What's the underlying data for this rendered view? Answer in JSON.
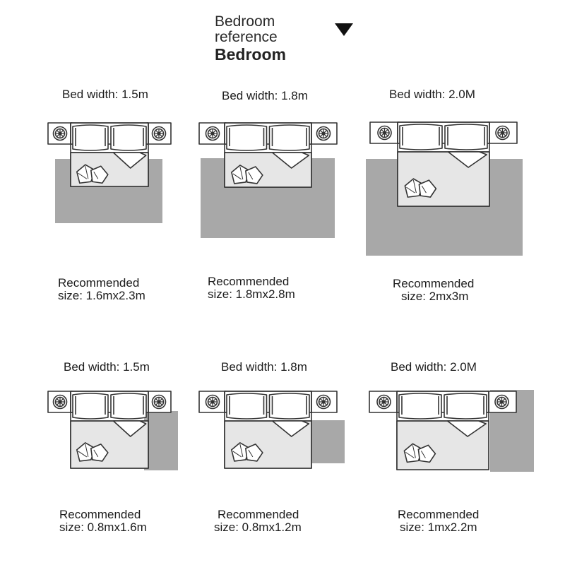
{
  "header": {
    "line1": "Bedroom",
    "line2": "reference",
    "line3": "Bedroom",
    "icon": "triangle-down-icon"
  },
  "colors": {
    "rug": "#a8a8a8",
    "mattress": "#e6e6e6",
    "stroke": "#333333",
    "background": "#ffffff"
  },
  "layouts": [
    {
      "bed_width_label": "Bed width: 1.5m",
      "rec_line1": "Recommended",
      "rec_line2": "size: 1.6mx2.3m",
      "rug_placement": "under-bed"
    },
    {
      "bed_width_label": "Bed width: 1.8m",
      "rec_line1": "Recommended",
      "rec_line2": "size: 1.8mx2.8m",
      "rug_placement": "under-bed"
    },
    {
      "bed_width_label": "Bed width: 2.0M",
      "rec_line1": "Recommended",
      "rec_line2": "size: 2mx3m",
      "rug_placement": "under-bed"
    },
    {
      "bed_width_label": "Bed width: 1.5m",
      "rec_line1": "Recommended",
      "rec_line2": "size: 0.8mx1.6m",
      "rug_placement": "bedside"
    },
    {
      "bed_width_label": "Bed width: 1.8m",
      "rec_line1": "Recommended",
      "rec_line2": "size: 0.8mx1.2m",
      "rug_placement": "bedside"
    },
    {
      "bed_width_label": "Bed width: 2.0M",
      "rec_line1": "Recommended",
      "rec_line2": "size: 1mx2.2m",
      "rug_placement": "bedside"
    }
  ]
}
